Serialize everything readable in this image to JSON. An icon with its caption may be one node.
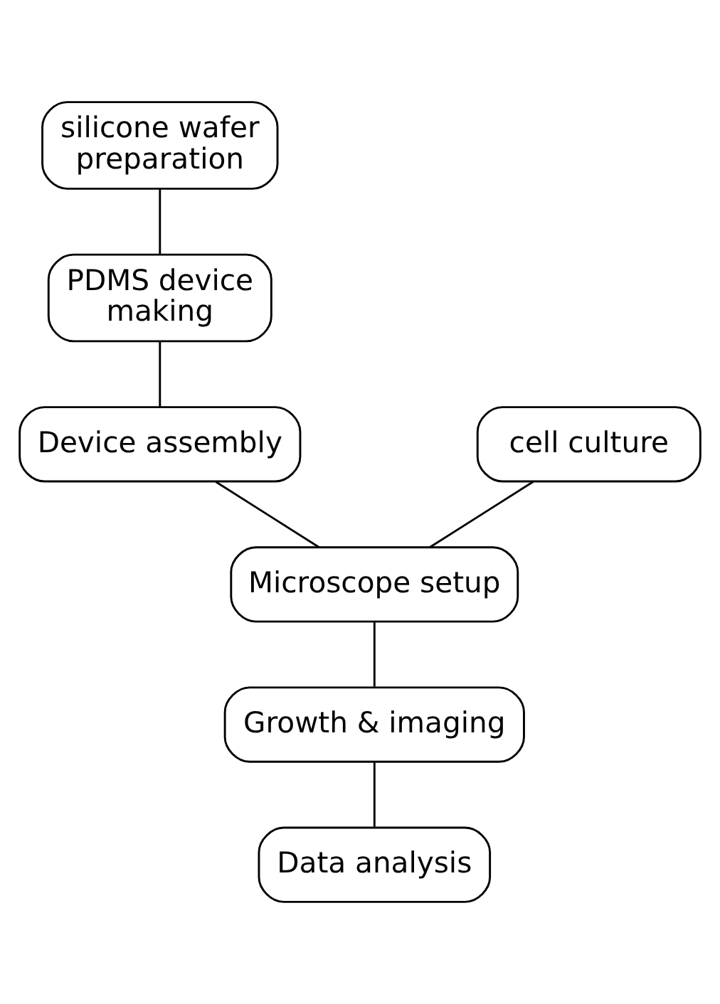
{
  "diagram": {
    "nodes": [
      {
        "text": [
          "silicone wafer preparation"
        ]
      },
      {
        "text": [
          "PDMS device making"
        ]
      },
      {
        "text": [
          "Device assembly"
        ]
      },
      {
        "text": [
          "cell culture"
        ]
      },
      {
        "text": [
          "Microscope setup"
        ]
      },
      {
        "text": [
          "Growth & imaging"
        ]
      },
      {
        "text": [
          "Data analysis"
        ]
      }
    ],
    "edges": [
      {
        "from": 0,
        "to": 1,
        "arrow": "none"
      },
      {
        "from": 1,
        "to": 2,
        "arrow": "none"
      },
      {
        "from": 2,
        "to": 4,
        "arrow": "none"
      },
      {
        "from": 3,
        "to": 4,
        "arrow": "none"
      },
      {
        "from": 4,
        "to": 5,
        "arrow": "none"
      },
      {
        "from": 5,
        "to": 6,
        "arrow": "none"
      }
    ]
  }
}
